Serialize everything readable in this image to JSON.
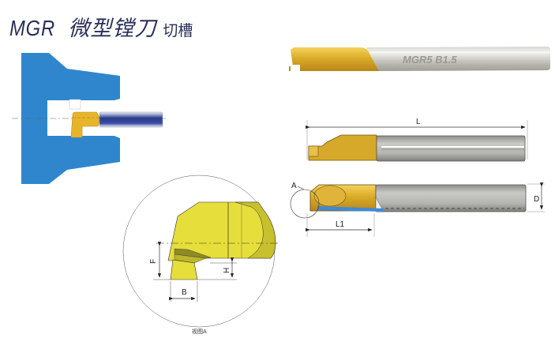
{
  "title": {
    "model": "MGR",
    "name": "微型镗刀",
    "subtitle": "切槽"
  },
  "product_photo": {
    "engraving": "MGR5 B1.5"
  },
  "drawing_labels": {
    "overall_length": "L",
    "edge_length": "L1",
    "diameter": "D",
    "detail_marker": "A",
    "width": "B",
    "height_f": "F",
    "height_h": "H",
    "detail_caption": "视图A"
  },
  "colors": {
    "workpiece_blue": "#2f86cc",
    "insert_gold": "#e8b52a",
    "detail_yellow": "#e6de3a",
    "shank_gray": "#b8b8b2",
    "title_navy": "#2a2f5a"
  }
}
